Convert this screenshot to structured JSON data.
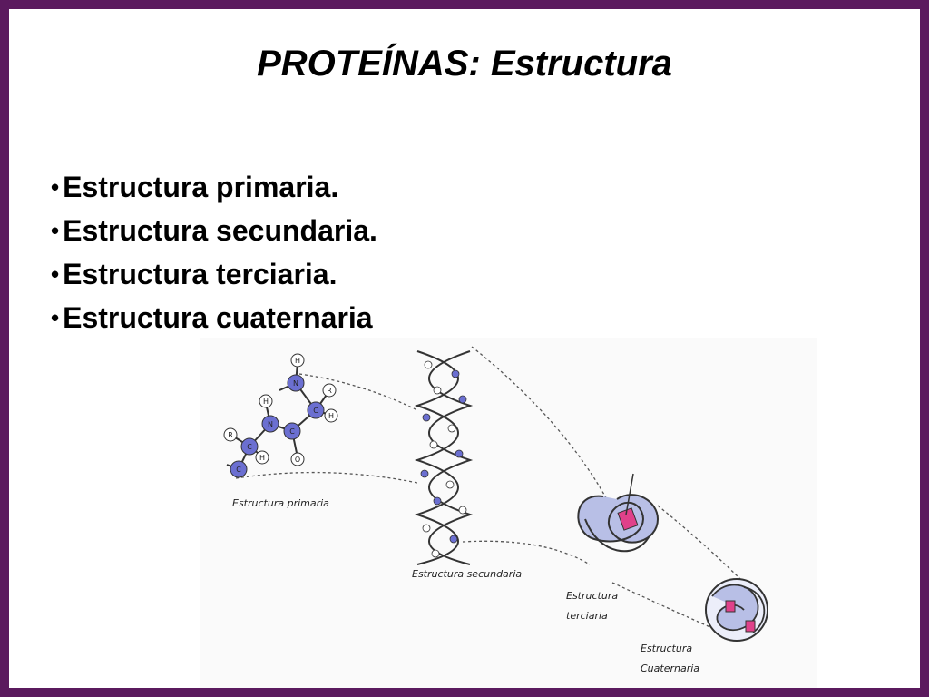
{
  "slide": {
    "title": "PROTEÍNAS: Estructura",
    "bullets": [
      "Estructura primaria.",
      "Estructura secundaria.",
      "Estructura terciaria.",
      "Estructura cuaternaria"
    ],
    "bullet_glyph": "•"
  },
  "figure": {
    "labels": {
      "primaria": "Estructura primaria",
      "secundaria": "Estructura secundaria",
      "terciaria_1": "Estructura",
      "terciaria_2": "terciaria",
      "cuaternaria_1": "Estructura",
      "cuaternaria_2": "Cuaternaria"
    },
    "atoms": [
      "H",
      "N",
      "C",
      "H",
      "R",
      "C",
      "N",
      "H",
      "R",
      "C",
      "H",
      "C",
      "O"
    ]
  },
  "colors": {
    "frame": "#5b1a5e",
    "atom_fill": "#6b6fd1",
    "ribbon": "#b8bfe6",
    "highlight": "#e0418a"
  }
}
